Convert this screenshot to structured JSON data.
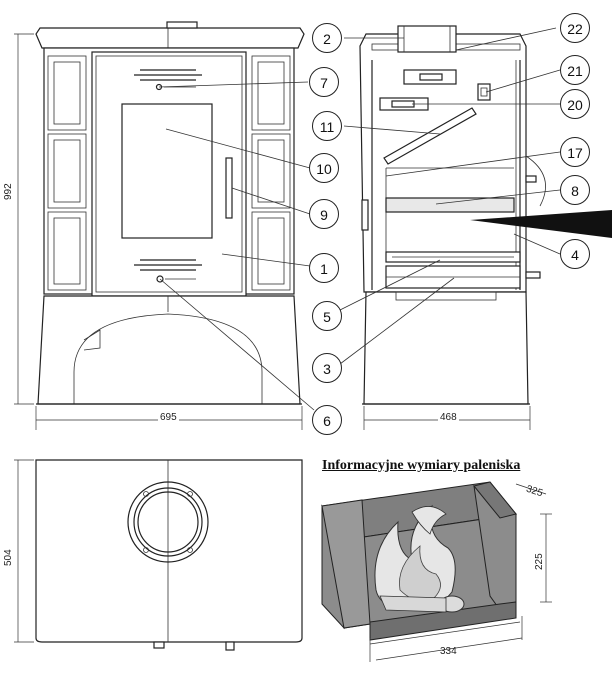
{
  "heading": "Informacyjne wymiary paleniska",
  "dimensions": {
    "front_width": "695",
    "front_height": "992",
    "side_depth": "468",
    "top_depth": "504",
    "chamber_depth": "325",
    "chamber_height": "225",
    "chamber_width": "334"
  },
  "callouts": [
    {
      "id": "1"
    },
    {
      "id": "2"
    },
    {
      "id": "3"
    },
    {
      "id": "4"
    },
    {
      "id": "5"
    },
    {
      "id": "6"
    },
    {
      "id": "7"
    },
    {
      "id": "8"
    },
    {
      "id": "9"
    },
    {
      "id": "10"
    },
    {
      "id": "11"
    },
    {
      "id": "17"
    },
    {
      "id": "20"
    },
    {
      "id": "21"
    },
    {
      "id": "22"
    }
  ]
}
